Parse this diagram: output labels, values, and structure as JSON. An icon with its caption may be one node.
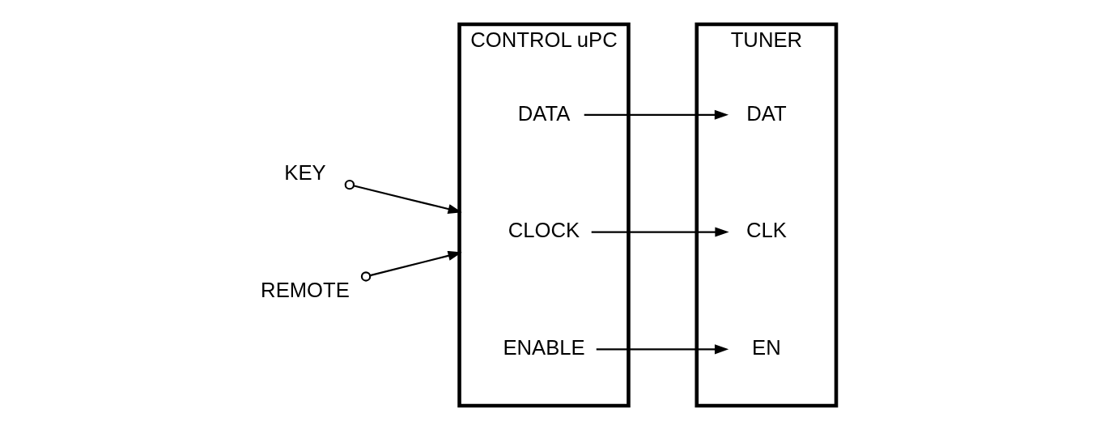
{
  "diagram": {
    "nodes": [
      {
        "text": [
          "CONTROL uPC"
        ]
      },
      {
        "text": [
          "DATA"
        ],
        "in": 0
      },
      {
        "text": [
          "CLOCK"
        ],
        "in": 0
      },
      {
        "text": [
          "ENABLE"
        ],
        "in": 0
      },
      {
        "text": [
          "TUNER"
        ]
      },
      {
        "text": [
          "DAT"
        ],
        "in": 4
      },
      {
        "text": [
          "CLK"
        ],
        "in": 4
      },
      {
        "text": [
          "EN"
        ],
        "in": 4
      },
      {
        "text": [
          "KEY"
        ]
      },
      {
        "text": [
          "REMOTE"
        ]
      }
    ],
    "edges": [
      {
        "from": 8,
        "to": 0,
        "arrow": "to"
      },
      {
        "from": 9,
        "to": 0,
        "arrow": "to"
      },
      {
        "from": 1,
        "to": 5,
        "arrow": "to"
      },
      {
        "from": 2,
        "to": 6,
        "arrow": "to"
      },
      {
        "from": 3,
        "to": 7,
        "arrow": "to"
      }
    ]
  }
}
